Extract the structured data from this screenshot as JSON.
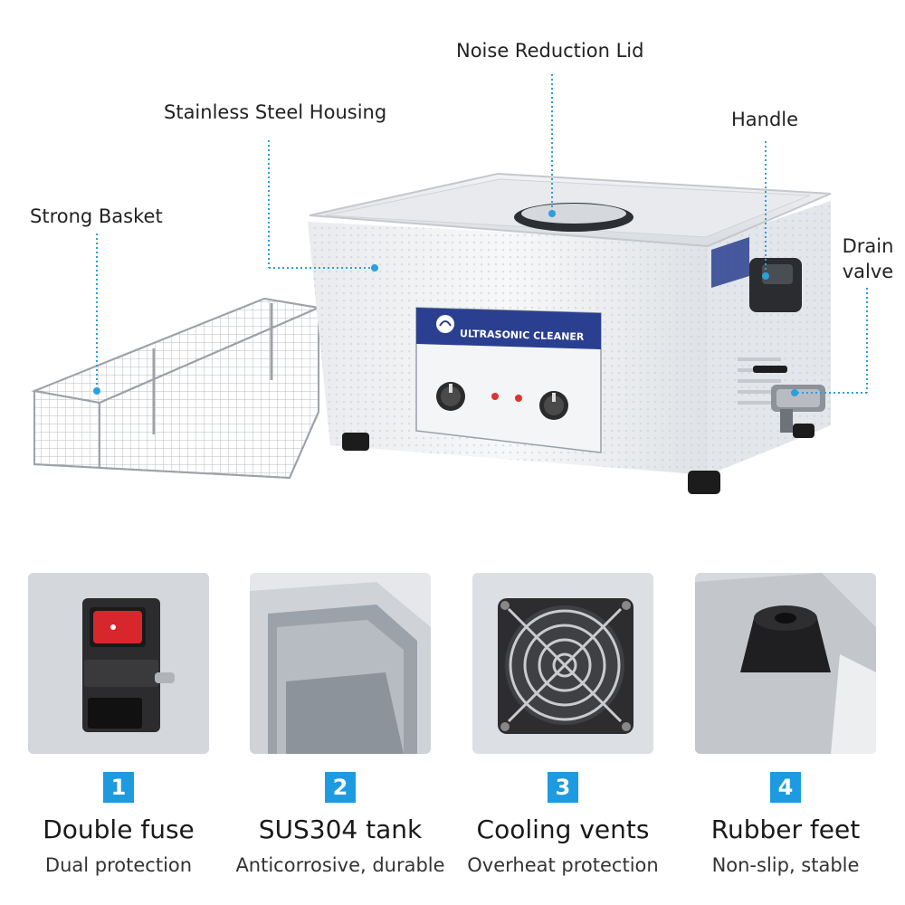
{
  "callouts": {
    "noise_lid": "Noise Reduction Lid",
    "housing": "Stainless Steel Housing",
    "handle": "Handle",
    "basket": "Strong Basket",
    "drain_line1": "Drain",
    "drain_line2": "valve"
  },
  "panel": {
    "title": "ULTRASONIC CLEANER"
  },
  "features": [
    {
      "number": "1",
      "title": "Double fuse",
      "subtitle": "Dual protection"
    },
    {
      "number": "2",
      "title": "SUS304 tank",
      "subtitle": "Anticorrosive, durable"
    },
    {
      "number": "3",
      "title": "Cooling vents",
      "subtitle": "Overheat protection"
    },
    {
      "number": "4",
      "title": "Rubber feet",
      "subtitle": "Non-slip, stable"
    }
  ],
  "colors": {
    "accent": "#1e9be0",
    "panel_blue": "#2a3f8f",
    "leader": "#2aa0dc"
  }
}
